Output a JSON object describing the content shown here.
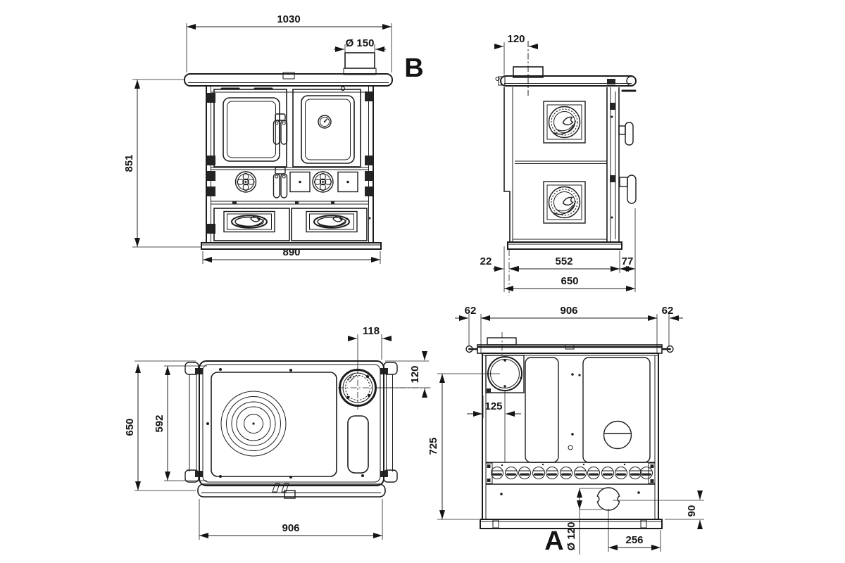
{
  "drawing": {
    "type": "stove technical drawing, four orthographic views",
    "line_color": "#1c1c1c",
    "background": "#ffffff"
  },
  "views": {
    "front": {
      "label": "B",
      "dims": {
        "top_plate_width": "1030",
        "flue_diameter": "Ø 150",
        "height": "851",
        "body_width": "890"
      }
    },
    "side": {
      "dims": {
        "flue_center_from_rear": "120",
        "rear_offset": "22",
        "body_depth": "552",
        "front_offset": "77",
        "total_depth": "650"
      }
    },
    "top": {
      "dims": {
        "flue_to_front_edge": "118",
        "flue_from_side": "120",
        "total_depth": "650",
        "plate_depth": "592",
        "plate_width": "906"
      }
    },
    "rear": {
      "label": "A",
      "dims": {
        "left_handle_ext": "62",
        "plate_width": "906",
        "right_handle_ext": "62",
        "flue_from_side": "125",
        "flue_center_height": "725",
        "outlet_diameter": "Ø 120",
        "outlet_from_base": "90",
        "outlet_from_side": "256"
      }
    }
  }
}
